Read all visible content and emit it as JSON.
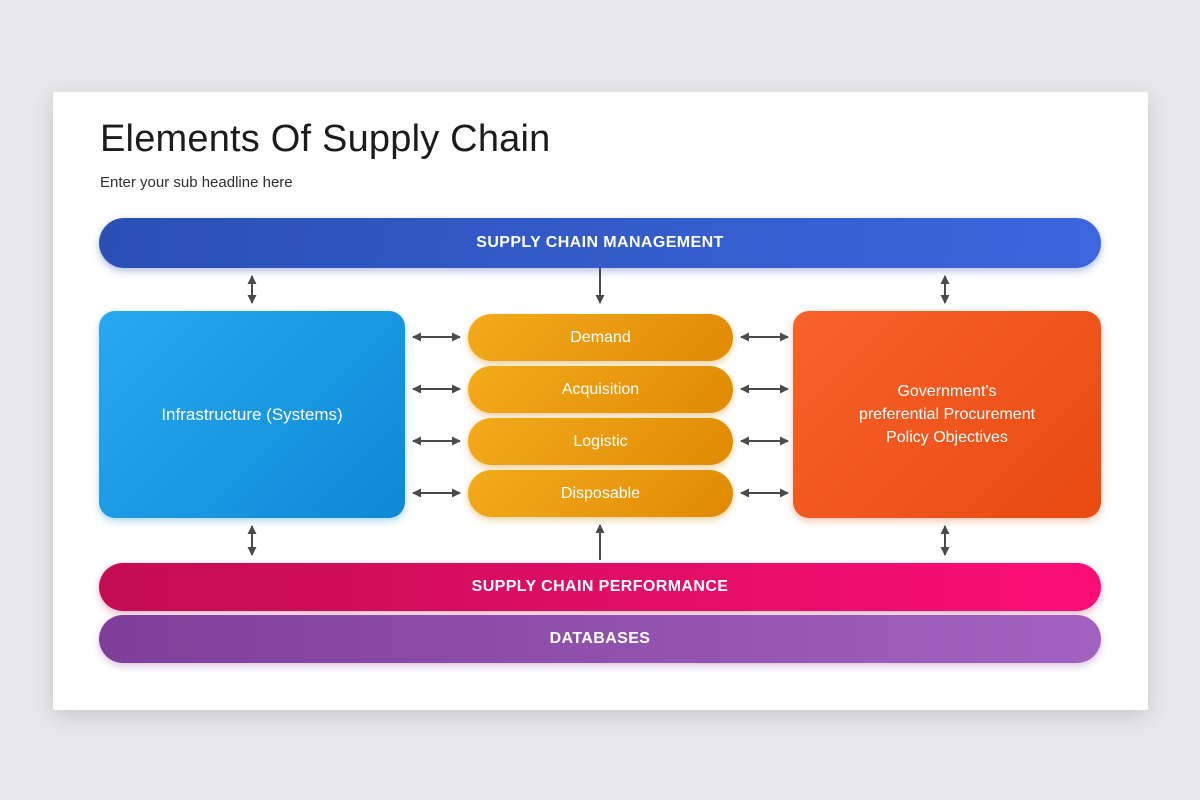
{
  "page": {
    "title": "Elements Of Supply Chain",
    "subtitle": "Enter your sub headline here"
  },
  "diagram": {
    "top_bar": {
      "label": "SUPPLY CHAIN MANAGEMENT"
    },
    "left_box": {
      "label": "Infrastructure (Systems)"
    },
    "center_pills": [
      {
        "label": "Demand"
      },
      {
        "label": "Acquisition"
      },
      {
        "label": "Logistic"
      },
      {
        "label": "Disposable"
      }
    ],
    "right_box": {
      "lines": [
        "Government's",
        "preferential Procurement",
        "Policy Objectives"
      ]
    },
    "performance_bar": {
      "label": "SUPPLY CHAIN PERFORMANCE"
    },
    "databases_bar": {
      "label": "DATABASES"
    }
  },
  "colors": {
    "background": "#e8e8ea",
    "card": "#ffffff",
    "management_gradient_start": "#2a50b4",
    "management_gradient_end": "#3d66de",
    "infrastructure_gradient_start": "#27a9ef",
    "infrastructure_gradient_end": "#0d89d6",
    "pill_gradient_start": "#f3ab1b",
    "pill_gradient_end": "#e08a04",
    "government_gradient_start": "#f8622b",
    "government_gradient_end": "#e84a10",
    "performance_gradient_start": "#c30d52",
    "performance_gradient_end": "#fb0e76",
    "databases_gradient_start": "#7e3f99",
    "databases_gradient_end": "#a263c0",
    "arrow": "#4a4a4a",
    "title_text": "#1c1c1c"
  }
}
